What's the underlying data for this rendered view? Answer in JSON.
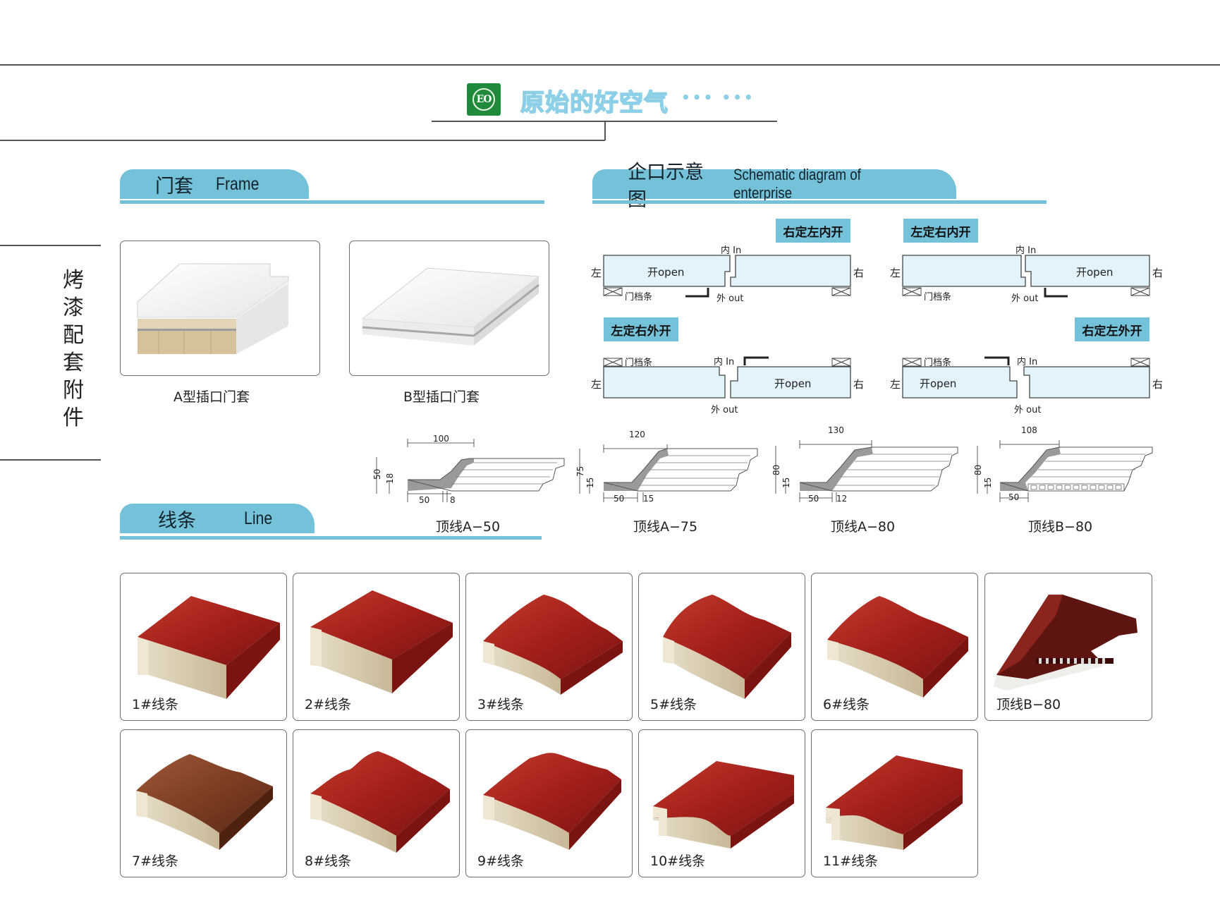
{
  "header": {
    "badge": "EO",
    "slogan": "原始的好空气",
    "dots": "••• •••"
  },
  "side_title": [
    "烤",
    "漆",
    "配",
    "套",
    "附",
    "件"
  ],
  "frame_section": {
    "zh": "门套",
    "en": "Frame",
    "items": [
      {
        "label": "A型插口门套"
      },
      {
        "label": "B型插口门套"
      }
    ]
  },
  "schematic_section": {
    "zh": "企口示意图",
    "en": "Schematic diagram of enterprise",
    "diagrams": [
      {
        "title": "右定左内开",
        "left": "左",
        "right": "右",
        "open": "开open",
        "inner": "内 In",
        "outer": "外 out",
        "stop": "门档条"
      },
      {
        "title": "左定右内开",
        "left": "左",
        "right": "右",
        "open": "开open",
        "inner": "内 In",
        "outer": "外 out",
        "stop": "门档条"
      },
      {
        "title": "左定右外开",
        "left": "左",
        "right": "右",
        "open": "开open",
        "inner": "内 In",
        "outer": "外 out",
        "stop": "门档条"
      },
      {
        "title": "右定左外开",
        "left": "左",
        "right": "右",
        "open": "开open",
        "inner": "内 In",
        "outer": "外 out",
        "stop": "门档条"
      }
    ]
  },
  "crown_mouldings": [
    {
      "name": "顶线A−50",
      "width": "100",
      "height": "50",
      "inner": "18",
      "base": "50",
      "lip": "8"
    },
    {
      "name": "顶线A−75",
      "width": "120",
      "height": "75",
      "inner": "15",
      "base": "50",
      "lip": "15"
    },
    {
      "name": "顶线A−80",
      "width": "130",
      "height": "80",
      "inner": "15",
      "base": "50",
      "lip": "12"
    },
    {
      "name": "顶线B−80",
      "width": "108",
      "height": "80",
      "inner": "15",
      "base": "50",
      "lip": ""
    }
  ],
  "line_section": {
    "zh": "线条",
    "en": "Line",
    "items": [
      {
        "label": "1#线条"
      },
      {
        "label": "2#线条"
      },
      {
        "label": "3#线条"
      },
      {
        "label": "5#线条"
      },
      {
        "label": "6#线条"
      },
      {
        "label": "顶线B−80"
      },
      {
        "label": "7#线条"
      },
      {
        "label": "8#线条"
      },
      {
        "label": "9#线条"
      },
      {
        "label": "10#线条"
      },
      {
        "label": "11#线条"
      }
    ]
  },
  "colors": {
    "accent": "#74c2da",
    "schematic_fill": "#e3f3fb",
    "mahogany": "#9e1b16",
    "walnut": "#7a3a20",
    "badge_green": "#1f8a3b"
  }
}
